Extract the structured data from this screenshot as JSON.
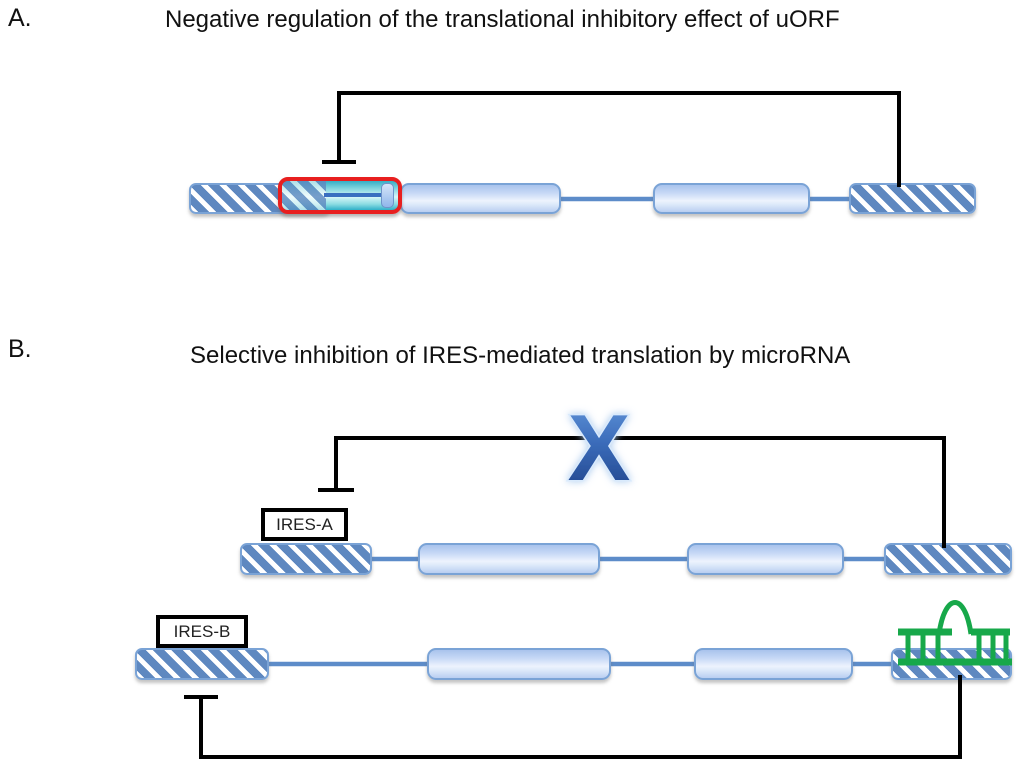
{
  "panel_a": {
    "label": "A.",
    "title": "Negative regulation of the translational inhibitory effect of uORF"
  },
  "panel_b": {
    "label": "B.",
    "title": "Selective inhibition of IRES-mediated translation by microRNA",
    "blocked_symbol": "X",
    "mrna_a": {
      "label": "IRES-A"
    },
    "mrna_b": {
      "label": "IRES-B"
    }
  },
  "colors": {
    "hatch_stripe_blue": "#5e88c0",
    "box_border_blue": "#7aa3d6",
    "exon_fill_top": "#a9c3ec",
    "exon_fill_mid": "#edf3fd",
    "exon_fill_bottom": "#b9cef1",
    "intron_line_blue": "#5d8cc9",
    "uorf_box_red": "#e81f1f",
    "uorf_cyan_dark": "#35aec6",
    "uorf_cyan_light": "#d9f6f8",
    "inhibition_black": "#000000",
    "mirna_green": "#17a84a",
    "x_gradient_top": "#6699dd",
    "x_gradient_mid": "#3b6cba",
    "x_gradient_bottom": "#1d3f85",
    "x_glow": "#a8c9ee"
  }
}
